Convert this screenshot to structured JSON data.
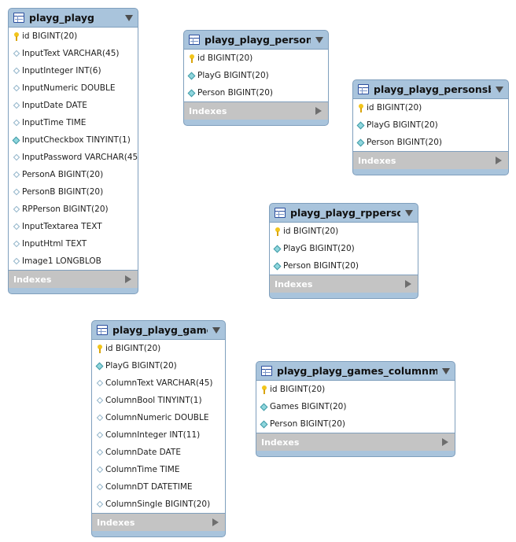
{
  "tables": [
    {
      "name": "playg_playg",
      "columns": [
        {
          "text": "id BIGINT(20)",
          "icon": "primary-key-icon"
        },
        {
          "text": "InputText VARCHAR(45)",
          "icon": "column-icon"
        },
        {
          "text": "InputInteger INT(6)",
          "icon": "column-icon"
        },
        {
          "text": "InputNumeric DOUBLE",
          "icon": "column-icon"
        },
        {
          "text": "InputDate DATE",
          "icon": "column-icon"
        },
        {
          "text": "InputTime TIME",
          "icon": "column-icon"
        },
        {
          "text": "InputCheckbox TINYINT(1)",
          "icon": "foreign-key-icon"
        },
        {
          "text": "InputPassword VARCHAR(45)",
          "icon": "column-icon"
        },
        {
          "text": "PersonA BIGINT(20)",
          "icon": "column-icon"
        },
        {
          "text": "PersonB BIGINT(20)",
          "icon": "column-icon"
        },
        {
          "text": "RPPerson BIGINT(20)",
          "icon": "column-icon"
        },
        {
          "text": "InputTextarea TEXT",
          "icon": "column-icon"
        },
        {
          "text": "InputHtml TEXT",
          "icon": "column-icon"
        },
        {
          "text": "Image1 LONGBLOB",
          "icon": "column-icon"
        }
      ],
      "indexes_label": "Indexes"
    },
    {
      "name": "playg_playg_personsa",
      "columns": [
        {
          "text": "id BIGINT(20)",
          "icon": "primary-key-icon"
        },
        {
          "text": "PlayG BIGINT(20)",
          "icon": "foreign-key-icon"
        },
        {
          "text": "Person BIGINT(20)",
          "icon": "foreign-key-icon"
        }
      ],
      "indexes_label": "Indexes"
    },
    {
      "name": "playg_playg_personsb",
      "columns": [
        {
          "text": "id BIGINT(20)",
          "icon": "primary-key-icon"
        },
        {
          "text": "PlayG BIGINT(20)",
          "icon": "foreign-key-icon"
        },
        {
          "text": "Person BIGINT(20)",
          "icon": "foreign-key-icon"
        }
      ],
      "indexes_label": "Indexes"
    },
    {
      "name": "playg_playg_rppersons",
      "columns": [
        {
          "text": "id BIGINT(20)",
          "icon": "primary-key-icon"
        },
        {
          "text": "PlayG BIGINT(20)",
          "icon": "foreign-key-icon"
        },
        {
          "text": "Person BIGINT(20)",
          "icon": "foreign-key-icon"
        }
      ],
      "indexes_label": "Indexes"
    },
    {
      "name": "playg_playg_games",
      "columns": [
        {
          "text": "id BIGINT(20)",
          "icon": "primary-key-icon"
        },
        {
          "text": "PlayG BIGINT(20)",
          "icon": "foreign-key-icon"
        },
        {
          "text": "ColumnText VARCHAR(45)",
          "icon": "column-icon"
        },
        {
          "text": "ColumnBool TINYINT(1)",
          "icon": "column-icon"
        },
        {
          "text": "ColumnNumeric DOUBLE",
          "icon": "column-icon"
        },
        {
          "text": "ColumnInteger INT(11)",
          "icon": "column-icon"
        },
        {
          "text": "ColumnDate DATE",
          "icon": "column-icon"
        },
        {
          "text": "ColumnTime TIME",
          "icon": "column-icon"
        },
        {
          "text": "ColumnDT DATETIME",
          "icon": "column-icon"
        },
        {
          "text": "ColumnSingle BIGINT(20)",
          "icon": "column-icon"
        }
      ],
      "indexes_label": "Indexes"
    },
    {
      "name": "playg_playg_games_columnmulti",
      "columns": [
        {
          "text": "id BIGINT(20)",
          "icon": "primary-key-icon"
        },
        {
          "text": "Games BIGINT(20)",
          "icon": "foreign-key-icon"
        },
        {
          "text": "Person BIGINT(20)",
          "icon": "foreign-key-icon"
        }
      ],
      "indexes_label": "Indexes"
    }
  ],
  "colors": {
    "header": "#a9c4dc",
    "indexes_bar": "#c4c4c4",
    "primary_key": "#f2c51b",
    "foreign_key": "#8fd6dd"
  }
}
